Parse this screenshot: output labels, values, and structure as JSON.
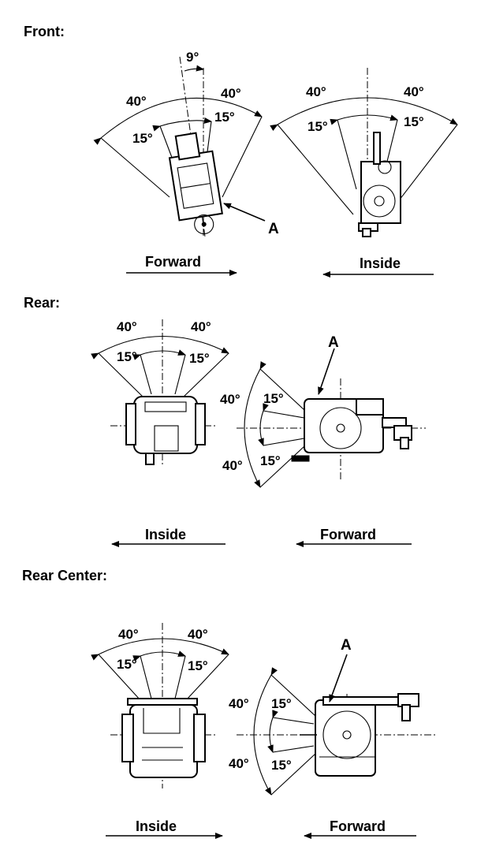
{
  "sections": {
    "front": {
      "title": "Front:",
      "left": {
        "tilt_angle": "9°",
        "outer_left": "40°",
        "outer_right": "40°",
        "inner_left": "15°",
        "inner_right": "15°",
        "callout": "A",
        "direction": "Forward"
      },
      "right": {
        "outer_left": "40°",
        "outer_right": "40°",
        "inner_left": "15°",
        "inner_right": "15°",
        "direction": "Inside"
      }
    },
    "rear": {
      "title": "Rear:",
      "left": {
        "outer_left": "40°",
        "outer_right": "40°",
        "inner_left": "15°",
        "inner_right": "15°",
        "direction": "Inside"
      },
      "right": {
        "outer_top": "40°",
        "outer_bottom": "40°",
        "inner_top": "15°",
        "inner_bottom": "15°",
        "callout": "A",
        "direction": "Forward"
      }
    },
    "rear_center": {
      "title": "Rear Center:",
      "left": {
        "outer_left": "40°",
        "outer_right": "40°",
        "inner_left": "15°",
        "inner_right": "15°",
        "direction": "Inside"
      },
      "right": {
        "outer_top": "40°",
        "outer_bottom": "40°",
        "inner_top": "15°",
        "inner_bottom": "15°",
        "callout": "A",
        "direction": "Forward"
      }
    }
  }
}
